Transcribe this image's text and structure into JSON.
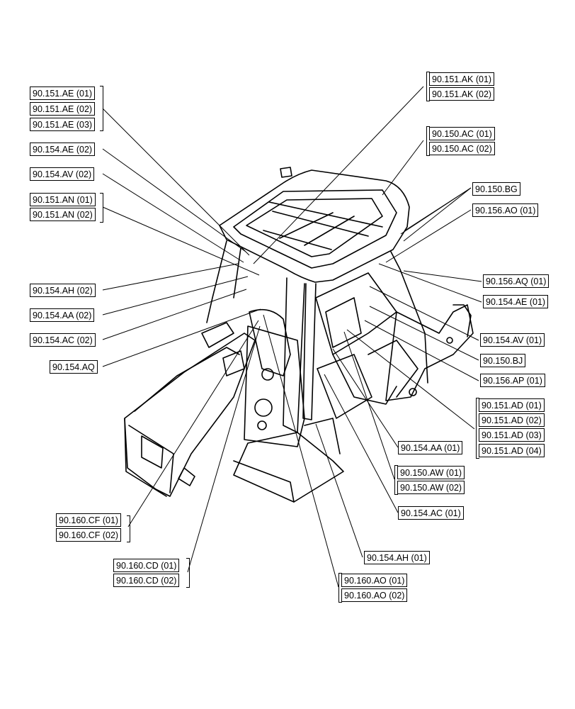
{
  "labels": {
    "l151AE01": "90.151.AE (01)",
    "l151AE02": "90.151.AE (02)",
    "l151AE03": "90.151.AE (03)",
    "l154AE02": "90.154.AE (02)",
    "l154AV02": "90.154.AV (02)",
    "l151AN01": "90.151.AN (01)",
    "l151AN02": "90.151.AN (02)",
    "l154AH02": "90.154.AH (02)",
    "l154AA02": "90.154.AA (02)",
    "l154AC02": "90.154.AC (02)",
    "l154AQ": "90.154.AQ",
    "l151AK01": "90.151.AK (01)",
    "l151AK02": "90.151.AK (02)",
    "l150AC01": "90.150.AC (01)",
    "l150AC02": "90.150.AC (02)",
    "l150BG": "90.150.BG",
    "l156AO01": "90.156.AO (01)",
    "l156AQ01": "90.156.AQ (01)",
    "l154AE01": "90.154.AE (01)",
    "l154AV01": "90.154.AV (01)",
    "l150BJ": "90.150.BJ",
    "l156AP01": "90.156.AP (01)",
    "l151AD01": "90.151.AD (01)",
    "l151AD02": "90.151.AD (02)",
    "l151AD03": "90.151.AD (03)",
    "l151AD04": "90.151.AD (04)",
    "l154AA01": "90.154.AA (01)",
    "l150AW01": "90.150.AW (01)",
    "l150AW02": "90.150.AW (02)",
    "l154AC01": "90.154.AC (01)",
    "l154AH01": "90.154.AH (01)",
    "l160CF01": "90.160.CF (01)",
    "l160CF02": "90.160.CF (02)",
    "l160CD01": "90.160.CD (01)",
    "l160CD02": "90.160.CD (02)",
    "l160AO01": "90.160.AO (01)",
    "l160AO02": "90.160.AO (02)"
  }
}
